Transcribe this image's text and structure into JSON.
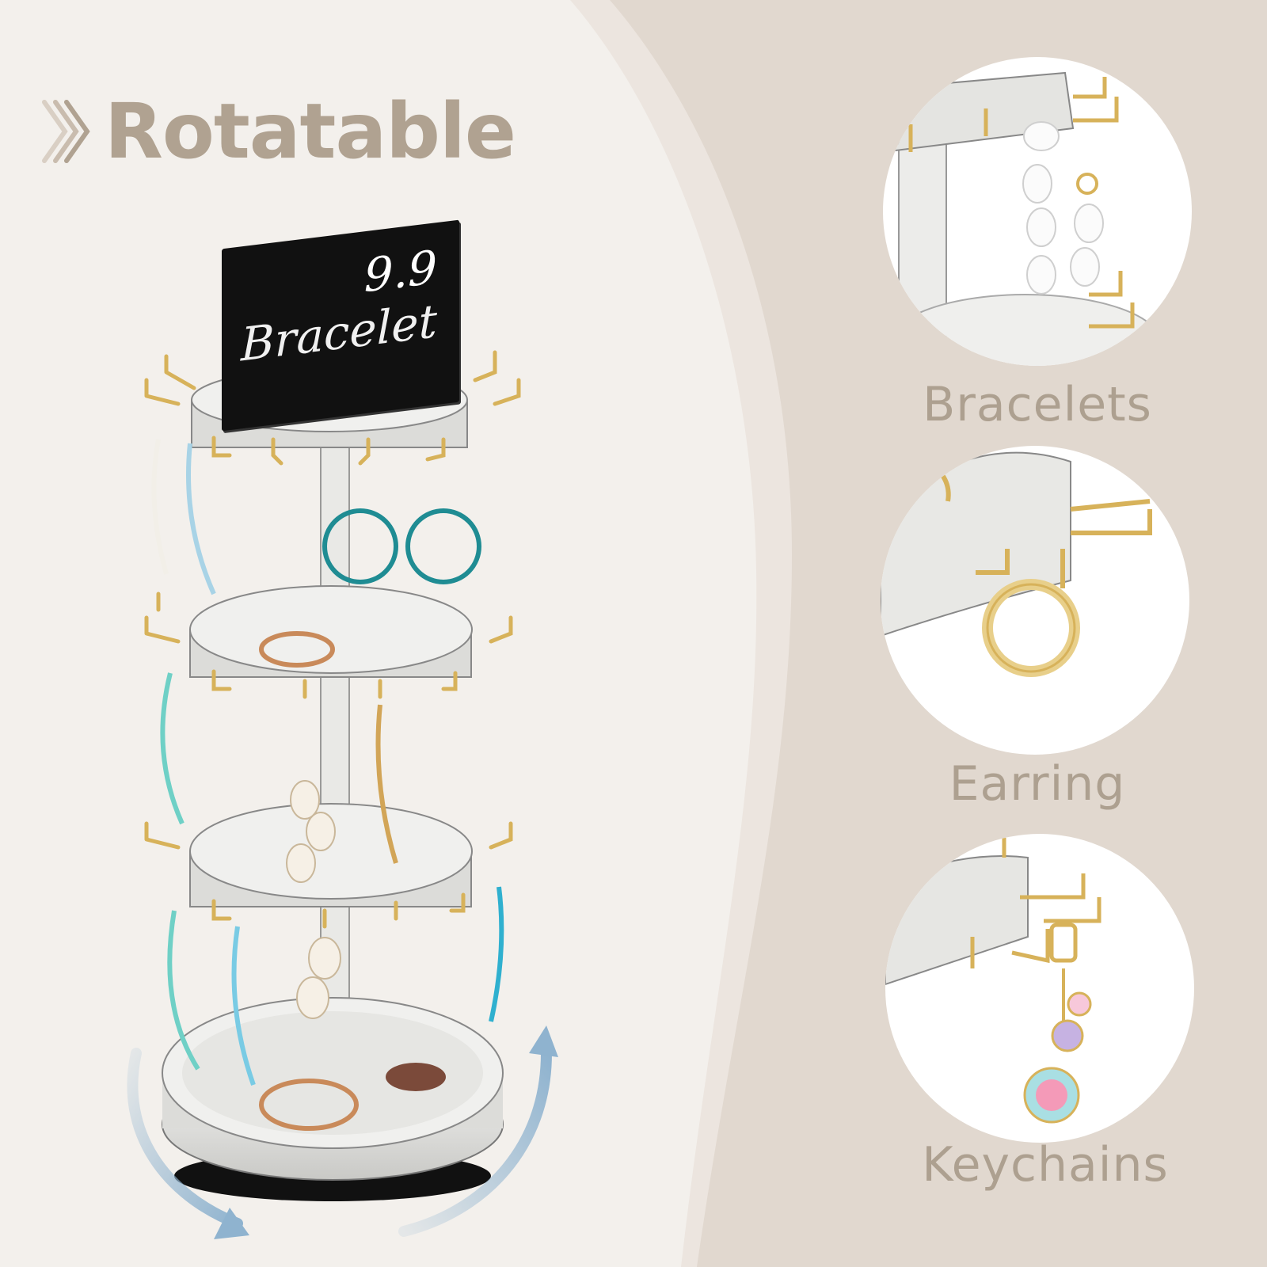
{
  "headline": {
    "icon": "double-chevron-right-icon",
    "text": "Rotatable"
  },
  "product": {
    "sign": {
      "price": "9.9",
      "word": "Bracelet"
    },
    "rotation_icon": "rotate-arrows-icon",
    "tiers": 4
  },
  "features": [
    {
      "label": "Bracelets",
      "image": "pearl-bracelet-closeup"
    },
    {
      "label": "Earring",
      "image": "ring-earring-hook-closeup"
    },
    {
      "label": "Keychains",
      "image": "flower-keychain-closeup"
    }
  ],
  "colors": {
    "background_light": "#f3f0ec",
    "background_mid": "#ece5df",
    "background_dark": "#e1d8cf",
    "text_accent": "#b0a291",
    "arrow_blue": "#8fb3cf",
    "gold": "#d7b25a"
  }
}
